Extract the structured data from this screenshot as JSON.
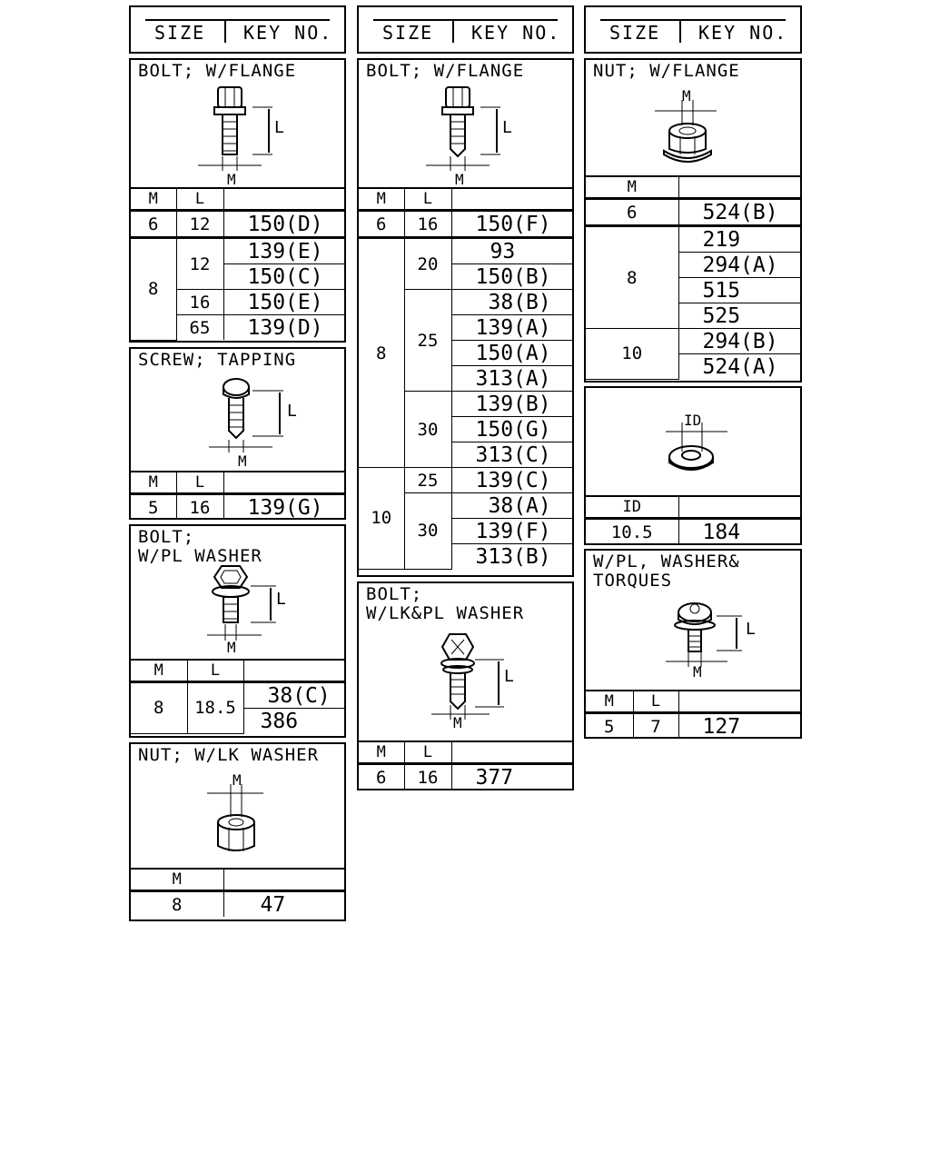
{
  "header": {
    "size_label": "SIZE",
    "key_label": "KEY NO."
  },
  "col_m": "M",
  "col_l": "L",
  "col_id": "ID",
  "dim_m": "M",
  "dim_l": "L",
  "dim_id": "ID",
  "bolt_flange_1": {
    "title": "BOLT; W/FLANGE",
    "r1": {
      "m": "6",
      "l": "12",
      "k": "150(D)"
    },
    "m8": "8",
    "l12": "12",
    "k1": "139(E)",
    "k2": "150(C)",
    "l16": "16",
    "k3": "150(E)",
    "l65": "65",
    "k4": "139(D)"
  },
  "screw_tapping": {
    "title": "SCREW; TAPPING",
    "m": "5",
    "l": "16",
    "k": "139(G)"
  },
  "bolt_pl_washer": {
    "title1": "BOLT;",
    "title2": "W/PL WASHER",
    "m": "8",
    "l": "18.5",
    "k1": "38(C)",
    "k2": "386"
  },
  "nut_lk_washer": {
    "title": "NUT; W/LK WASHER",
    "m": "8",
    "k": "47"
  },
  "bolt_flange_2": {
    "title": "BOLT; W/FLANGE",
    "r1": {
      "m": "6",
      "l": "16",
      "k": "150(F)"
    },
    "m8": "8",
    "l20": "20",
    "k1": "93",
    "k2": "150(B)",
    "l25": "25",
    "k3": "38(B)",
    "k4": "139(A)",
    "k5": "150(A)",
    "k6": "313(A)",
    "l30": "30",
    "k7": "139(B)",
    "k8": "150(G)",
    "k9": "313(C)",
    "m10": "10",
    "l25b": "25",
    "k10": "139(C)",
    "l30b": "30",
    "k11": "38(A)",
    "k12": "139(F)",
    "k13": "313(B)"
  },
  "bolt_lk_pl_washer": {
    "title1": "BOLT;",
    "title2": "W/LK&PL WASHER",
    "m": "6",
    "l": "16",
    "k": "377"
  },
  "nut_flange": {
    "title": "NUT; W/FLANGE",
    "m6": "6",
    "k1": "524(B)",
    "m8": "8",
    "k2": "219",
    "k3": "294(A)",
    "k4": "515",
    "k5": "525",
    "m10": "10",
    "k6": "294(B)",
    "k7": "524(A)"
  },
  "washer": {
    "id": "10.5",
    "k": "184"
  },
  "torques": {
    "title1": "W/PL, WASHER&",
    "title2": "TORQUES",
    "m": "5",
    "l": "7",
    "k": "127"
  }
}
